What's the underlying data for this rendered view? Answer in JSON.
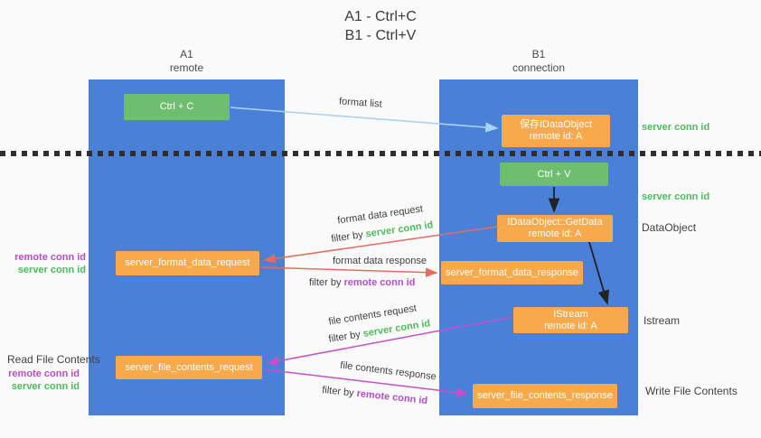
{
  "title": {
    "line1": "A1 - Ctrl+C",
    "line2": "B1 - Ctrl+V"
  },
  "lanes": {
    "a": {
      "name": "A1",
      "subtitle": "remote"
    },
    "b": {
      "name": "B1",
      "subtitle": "connection"
    }
  },
  "boxes": {
    "ctrl_c": "Ctrl + C",
    "ctrl_v": "Ctrl + V",
    "save_idataobject": {
      "line1": "保存IDataObject",
      "line2": "remote id: A"
    },
    "getdata": {
      "line1": "IDataObject::GetData",
      "line2": "remote id: A"
    },
    "istream": {
      "line1": "IStream",
      "line2": "remote id: A"
    },
    "format_request": "server_format_data_request",
    "format_response": "server_format_data_response",
    "file_request": "server_file_contents_request",
    "file_response": "server_file_contents_response"
  },
  "side_labels": {
    "server_conn_top": "server conn id",
    "server_conn_mid": "server conn id",
    "dataobject": "DataObject",
    "istream": "Istream",
    "write_file": "Write File Contents",
    "read_file": "Read File Contents",
    "left1_remote": "remote conn id",
    "left1_server": "server conn id",
    "left2_remote": "remote conn id",
    "left2_server": "server conn id"
  },
  "arrow_labels": {
    "format_list": "format list",
    "format_request": "format data request",
    "format_request_filter_prefix": "filter by",
    "format_request_filter_value": "server conn id",
    "format_response": "format data response",
    "format_response_filter_prefix": "filter by",
    "format_response_filter_value": "remote conn id",
    "file_request": "file contents request",
    "file_request_filter_prefix": "filter by",
    "file_request_filter_value": "server conn id",
    "file_response": "file contents response",
    "file_response_filter_prefix": "filter by",
    "file_response_filter_value": "remote conn id"
  },
  "colors": {
    "lane_blue": "#4A80D8",
    "box_green": "#6FBE70",
    "box_orange": "#F7A94B",
    "arrow_blue": "#A8D4F0",
    "arrow_red": "#E96A5F",
    "arrow_magenta": "#C750C8",
    "arrow_black": "#222222",
    "label_green": "#4CBB5B",
    "label_purple": "#B44EC8"
  }
}
